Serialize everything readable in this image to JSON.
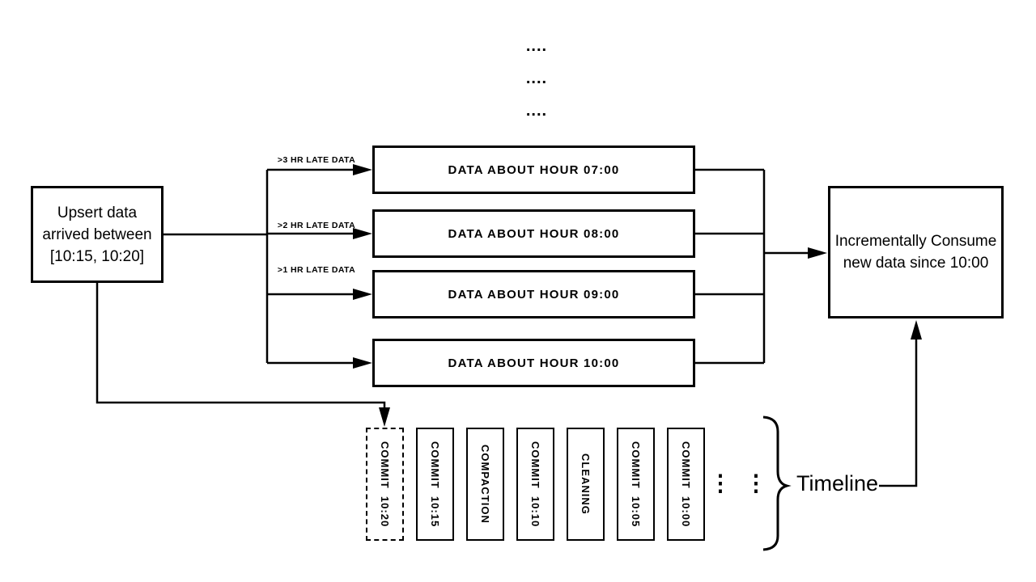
{
  "diagram": {
    "colors": {
      "ink": "#000000",
      "background": "#ffffff"
    },
    "top_dots": {
      "row1": "....",
      "row2": "....",
      "row3": "...."
    },
    "source_box": {
      "text": "Upsert data\narrived between\n[10:15, 10:20]"
    },
    "branch_labels": {
      "late3": ">3 HR LATE DATA",
      "late2": ">2 HR LATE DATA",
      "late1": ">1 HR LATE DATA"
    },
    "data_boxes": {
      "hour07": "DATA ABOUT HOUR 07:00",
      "hour08": "DATA ABOUT HOUR 08:00",
      "hour09": "DATA ABOUT HOUR 09:00",
      "hour10": "DATA ABOUT HOUR 10:00"
    },
    "consume_box": {
      "text": "Incrementally Consume\nnew data since 10:00"
    },
    "timeline": {
      "label": "Timeline",
      "commits": [
        {
          "label": "COMMIT  10:20",
          "style": "dashed"
        },
        {
          "label": "COMMIT  10:15",
          "style": "solid"
        },
        {
          "label": "COMPACTION",
          "style": "solid"
        },
        {
          "label": "COMMIT  10:10",
          "style": "solid"
        },
        {
          "label": "CLEANING",
          "style": "solid"
        },
        {
          "label": "COMMIT  10:05",
          "style": "solid"
        },
        {
          "label": "COMMIT  10:00",
          "style": "solid"
        }
      ],
      "ellipsis_left": "⋮",
      "ellipsis_right": "⋮"
    }
  }
}
